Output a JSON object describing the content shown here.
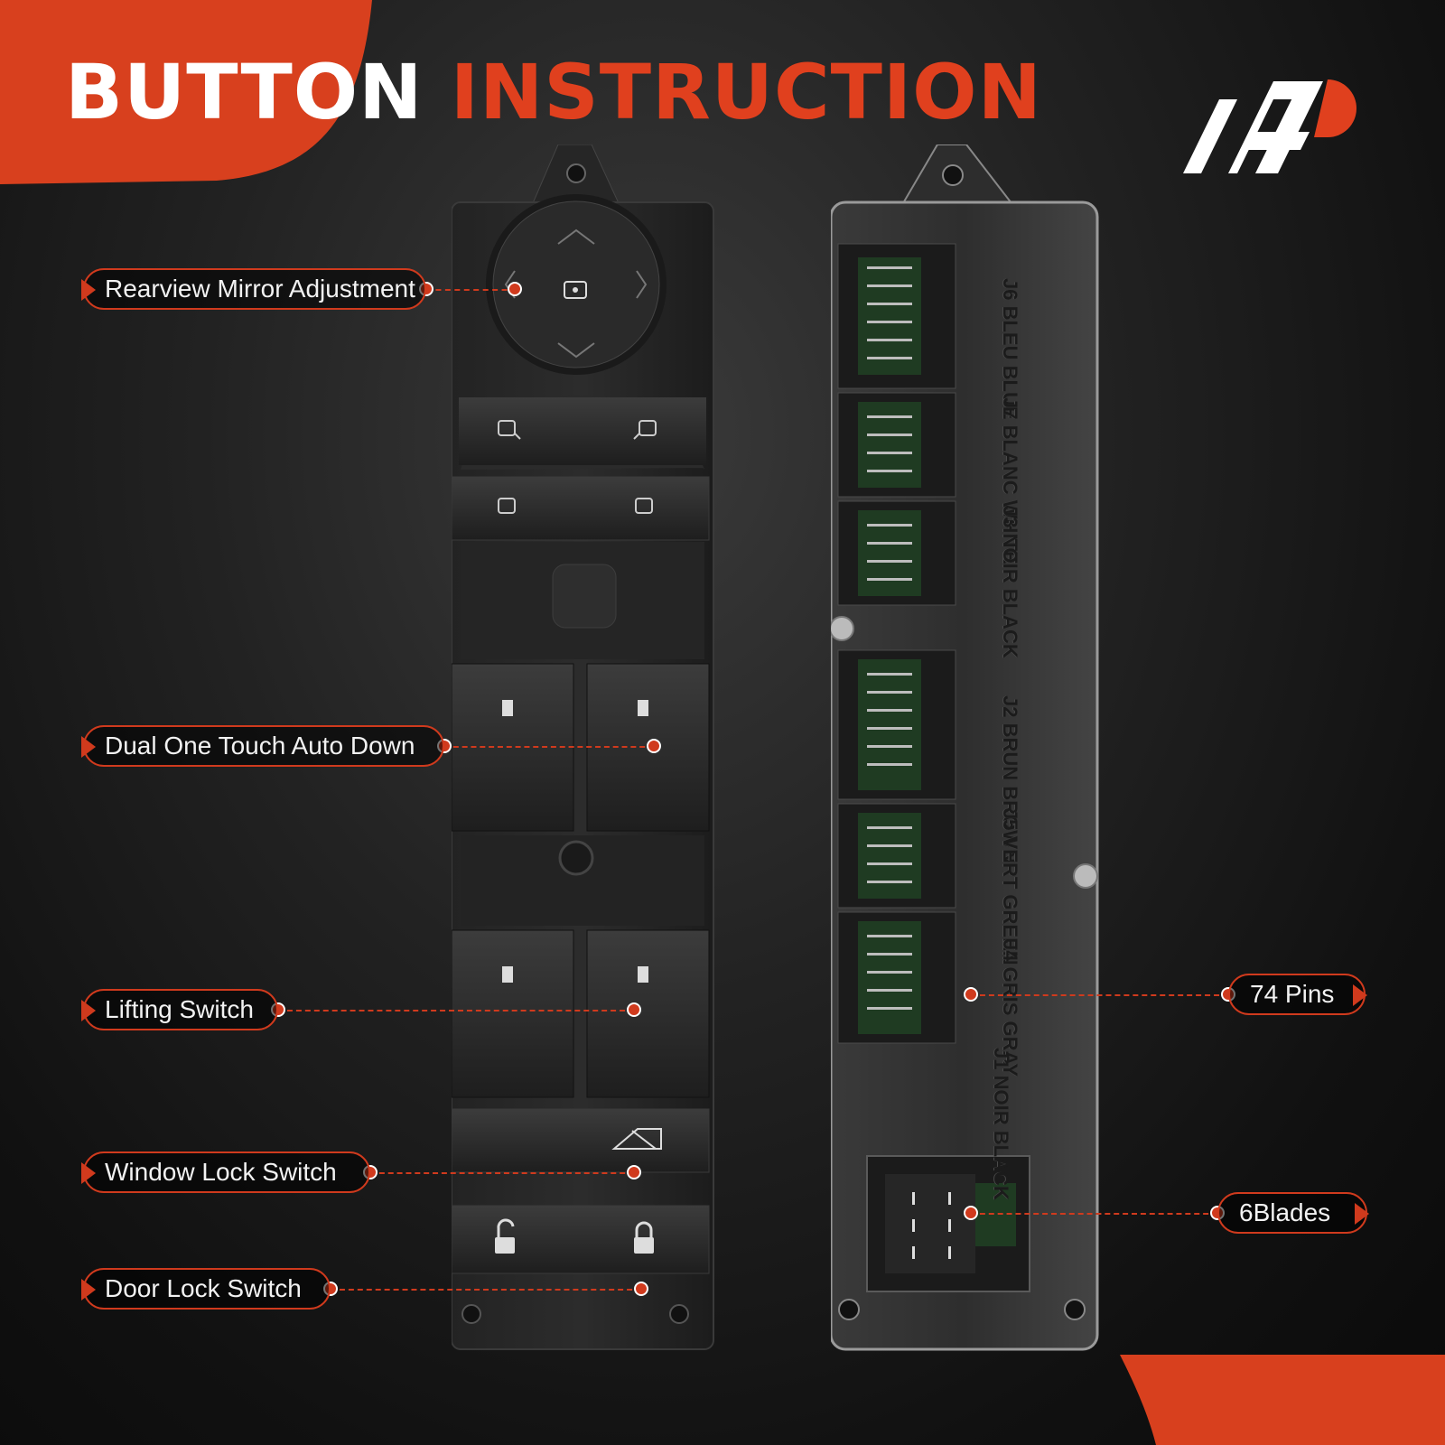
{
  "title": {
    "word1": "BUTTON",
    "word2": "INSTRUCTION"
  },
  "brand_colors": {
    "accent": "#e0401e",
    "background": "#1a1a1a"
  },
  "callouts": [
    {
      "label": "Rearview Mirror Adjustment"
    },
    {
      "label": "Dual One Touch Auto Down"
    },
    {
      "label": "Lifting Switch"
    },
    {
      "label": "Window Lock Switch"
    },
    {
      "label": "Door Lock Switch"
    },
    {
      "label": "74 Pins"
    },
    {
      "label": "6Blades"
    }
  ],
  "connectors": [
    {
      "id": "J6",
      "fr": "BLEU",
      "en": "BLUE"
    },
    {
      "id": "J7",
      "fr": "BLANC",
      "en": "WHITE"
    },
    {
      "id": "J3",
      "fr": "NOIR",
      "en": "BLACK"
    },
    {
      "id": "J2",
      "fr": "BRUN",
      "en": "BROWN"
    },
    {
      "id": "J5",
      "fr": "VERT",
      "en": "GREEN"
    },
    {
      "id": "J4",
      "fr": "GRIS",
      "en": "GRAY"
    },
    {
      "id": "J1",
      "fr": "NOIR",
      "en": "BLACK"
    }
  ],
  "icons": [
    "mirror-joystick-icon",
    "mirror-fold-icon",
    "window-lock-icon",
    "unlock-icon",
    "lock-icon",
    "brand-logo"
  ]
}
